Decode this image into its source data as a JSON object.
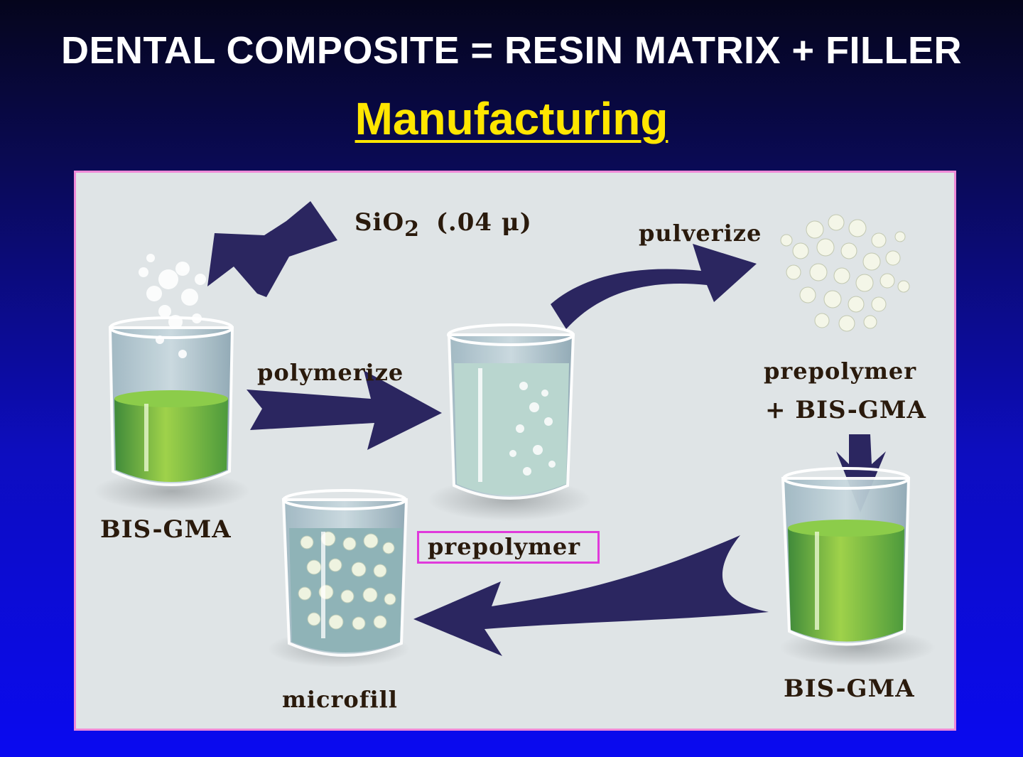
{
  "slide": {
    "title": "DENTAL COMPOSITE = RESIN MATRIX + FILLER",
    "subtitle": "Manufacturing"
  },
  "diagram": {
    "labels": {
      "sio2": "SiO",
      "sio2_sub": "2",
      "sio2_amount": "(.04 μ)",
      "pulverize": "pulverize",
      "polymerize": "polymerize",
      "prepolymer_right": "prepolymer",
      "plus_bisgma": "+ BIS-GMA",
      "bisgma_left": "BIS-GMA",
      "prepolymer_center": "prepolymer",
      "microfill": "microfill",
      "bisgma_right": "BIS-GMA"
    },
    "colors": {
      "arrow": "#2b2660",
      "liquid": "#74b83a",
      "highlight_box": "#e03adb",
      "title_text": "#ffffff",
      "subtitle_text": "#ffe600"
    }
  }
}
